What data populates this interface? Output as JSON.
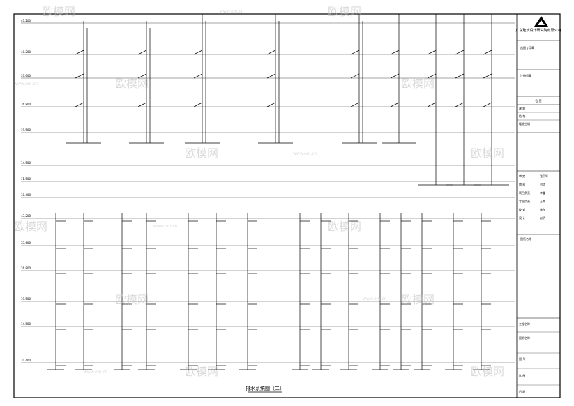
{
  "drawing": {
    "title": "排水系统图（二）",
    "top_levels": [
      "43.200",
      "40.200",
      "33.600",
      "26.800",
      "19.500",
      "14.500",
      "11.500",
      "10.400"
    ],
    "bottom_levels": [
      "43.200",
      "33.600",
      "26.800",
      "19.500",
      "14.500",
      "10.400"
    ]
  },
  "title_block": {
    "company": "广东建筑设计研究院有限公司",
    "rows": [
      {
        "label": "审 定",
        "value": "张平华"
      },
      {
        "label": "审 核",
        "value": "刘华"
      },
      {
        "label": "项目负责",
        "value": "李鑫"
      },
      {
        "label": "专业负责",
        "value": "王海"
      },
      {
        "label": "校 对",
        "value": "林东"
      },
      {
        "label": "设 计",
        "value": "赵明"
      }
    ],
    "sections": [
      "出图专用章",
      "注册师章",
      "会 签",
      "图纸名称"
    ],
    "sign_rows": [
      "建 筑",
      "结 构",
      "暖通空调"
    ],
    "project_label": "工程名称",
    "drawing_label": "图纸名称",
    "drawing_no_label": "图 号",
    "date_label": "日 期",
    "scale_label": "比 例"
  },
  "watermark": {
    "brand": "欧模网",
    "site": "www.om.cn"
  }
}
